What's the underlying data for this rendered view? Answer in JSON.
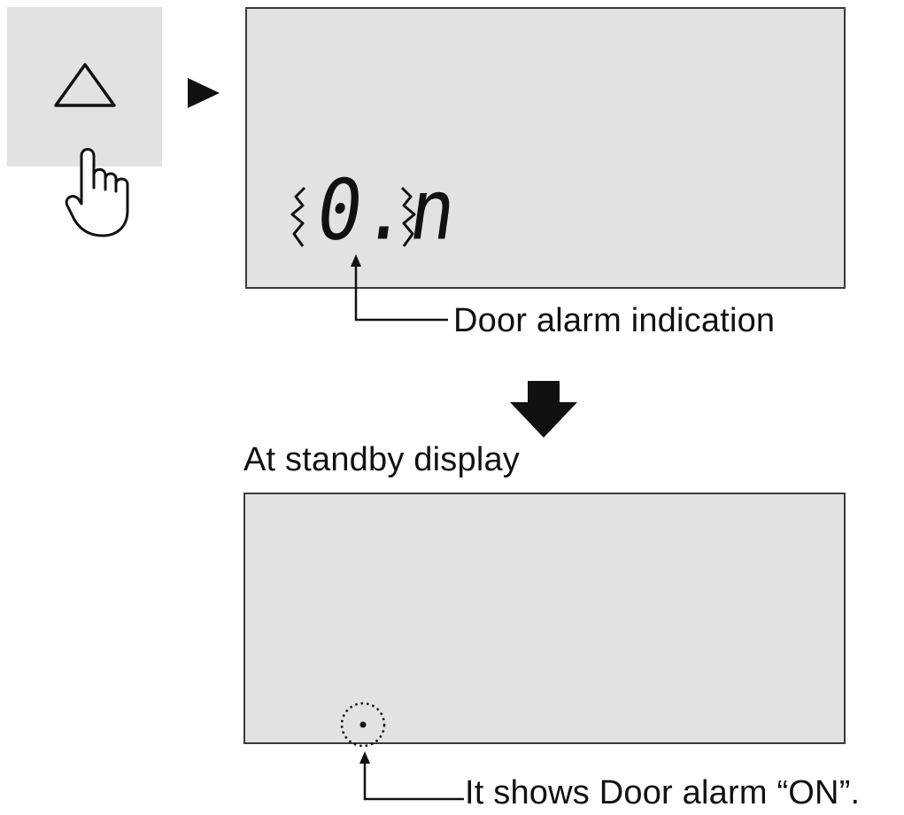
{
  "step_one": {
    "button_icon": "up-triangle-icon",
    "hand_icon": "pointing-hand-icon",
    "next_arrow_icon": "right-triangle-arrow-icon",
    "display_readout": "0.n",
    "callout_label": "Door alarm indication"
  },
  "transition": {
    "down_arrow_icon": "down-arrow-icon",
    "caption": "At standby display"
  },
  "step_two": {
    "indicator_icon": "dot-indicator-icon",
    "callout_label": "It shows Door alarm “ON”."
  },
  "colors": {
    "panel_fill": "#e2e2e2",
    "panel_border": "#3a3a3a",
    "ink": "#111111"
  }
}
